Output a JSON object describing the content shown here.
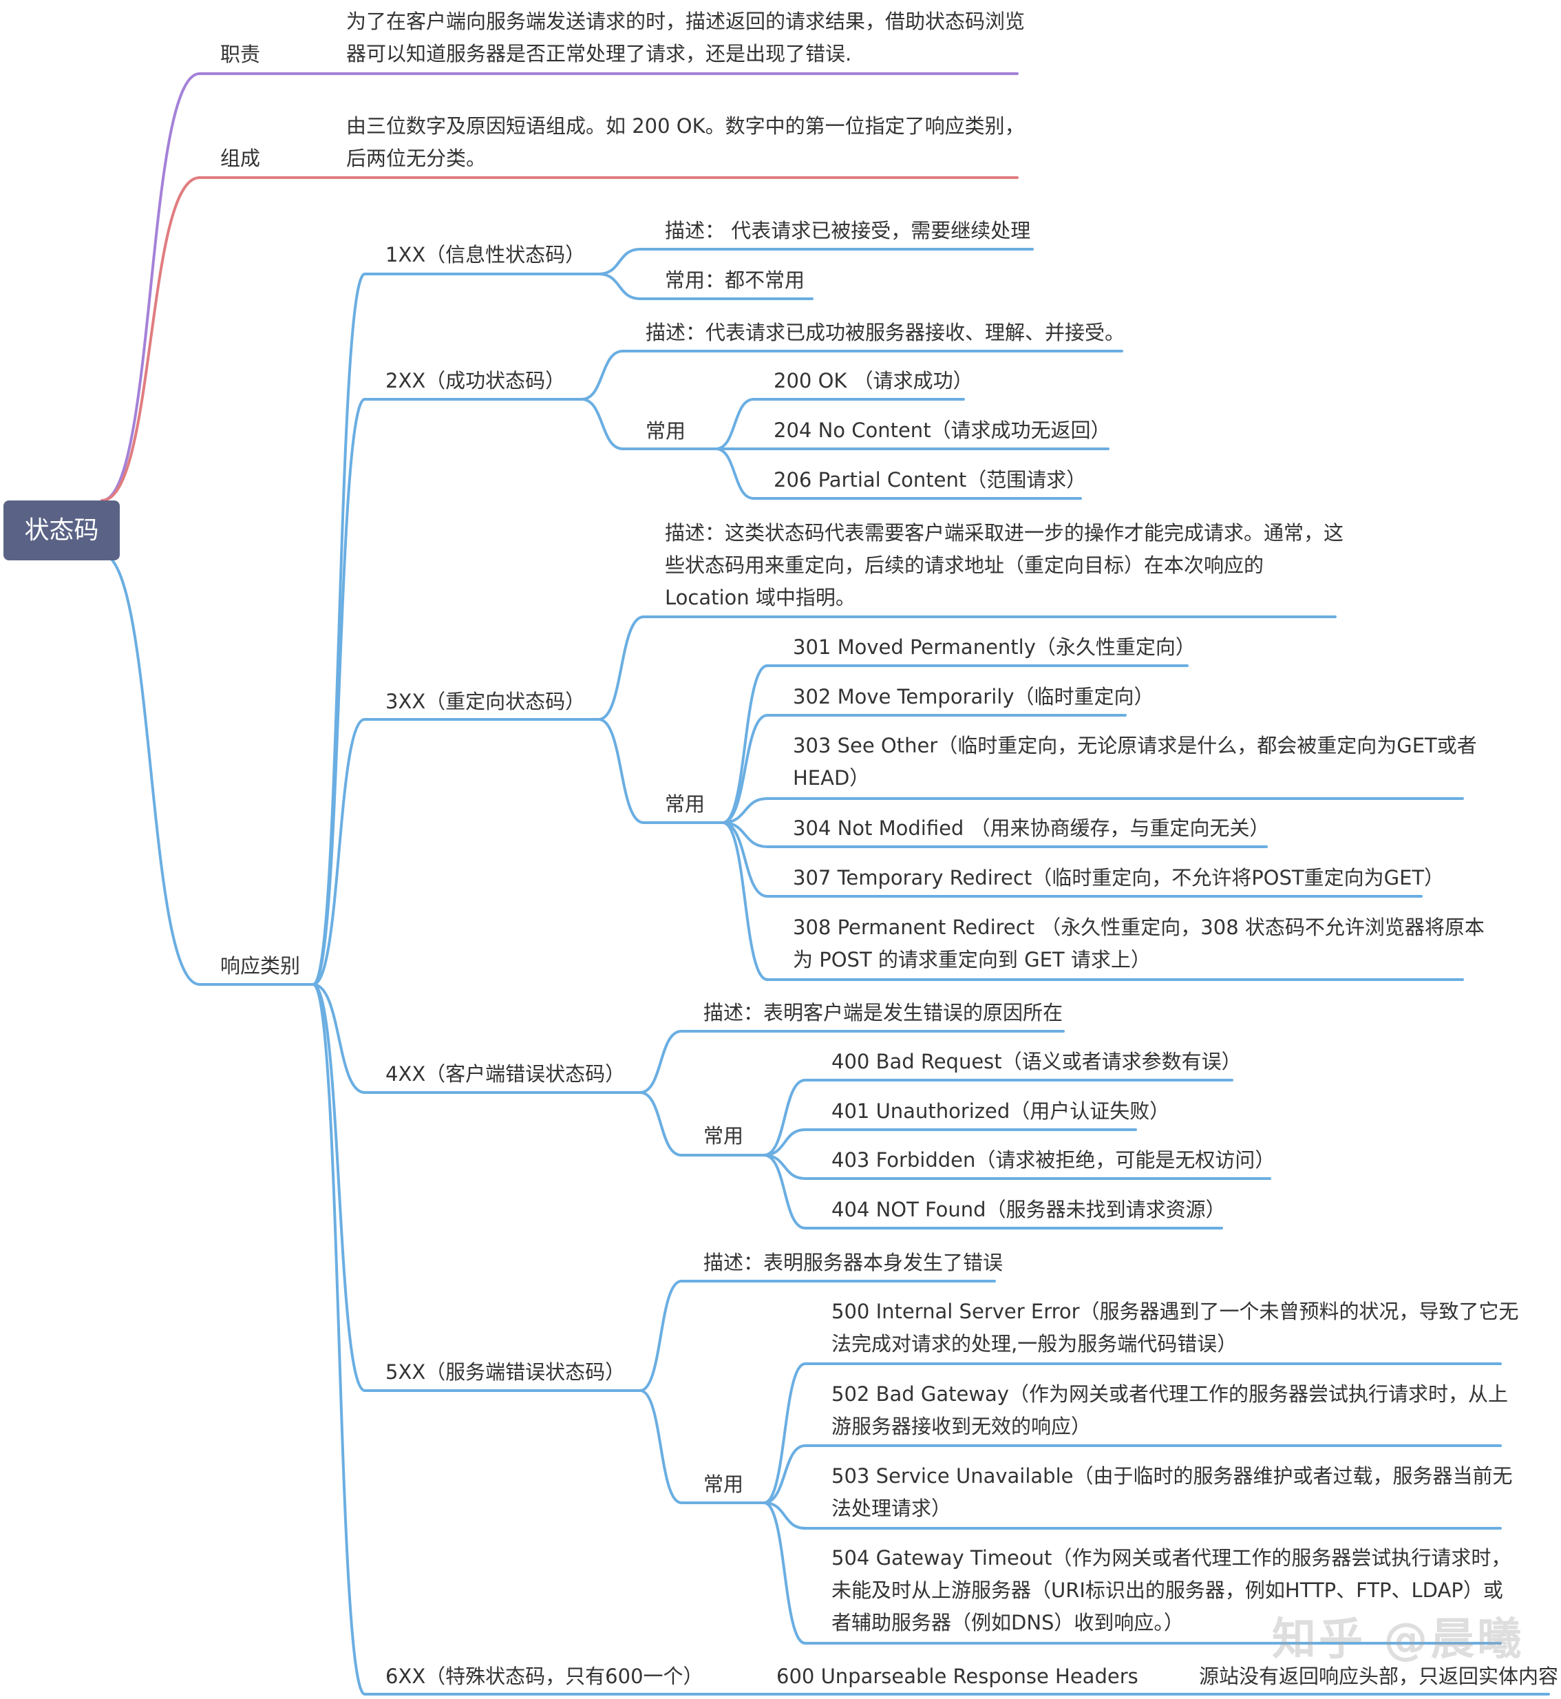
{
  "root": {
    "label": "状态码"
  },
  "colors": {
    "purple": "#a481d8",
    "red": "#e07c7f",
    "blue": "#6aaee2",
    "root_bg": "#5a6386"
  },
  "nodes": {
    "duty": {
      "label": "职责"
    },
    "duty_text": {
      "label": "为了在客户端向服务端发送请求的时，描述返回的请求结果，借助状态码浏览\n器可以知道服务器是否正常处理了请求，还是出现了错误."
    },
    "compose": {
      "label": "组成"
    },
    "compose_text": {
      "label": "由三位数字及原因短语组成。如 200 OK。数字中的第一位指定了响应类别，\n后两位无分类。"
    },
    "resp": {
      "label": "响应类别"
    },
    "c1": {
      "label": "1XX（信息性状态码）"
    },
    "c1_desc": {
      "label": "描述： 代表请求已被接受，需要继续处理"
    },
    "c1_common": {
      "label": "常用：都不常用"
    },
    "c2": {
      "label": "2XX（成功状态码）"
    },
    "c2_desc": {
      "label": "描述：代表请求已成功被服务器接收、理解、并接受。"
    },
    "c2_common": {
      "label": "常用"
    },
    "c2_200": {
      "label": "200 OK （请求成功）"
    },
    "c2_204": {
      "label": "204 No Content（请求成功无返回）"
    },
    "c2_206": {
      "label": "206 Partial Content（范围请求）"
    },
    "c3": {
      "label": "3XX（重定向状态码）"
    },
    "c3_desc": {
      "label": "描述：这类状态码代表需要客户端采取进一步的操作才能完成请求。通常，这\n些状态码用来重定向，后续的请求地址（重定向目标）在本次响应的\nLocation 域中指明。"
    },
    "c3_common": {
      "label": "常用"
    },
    "c3_301": {
      "label": "301 Moved Permanently（永久性重定向）"
    },
    "c3_302": {
      "label": "302 Move Temporarily（临时重定向）"
    },
    "c3_303": {
      "label": "303 See Other（临时重定向，无论原请求是什么，都会被重定向为GET或者\nHEAD）"
    },
    "c3_304": {
      "label": "304 Not Modified （用来协商缓存，与重定向无关）"
    },
    "c3_307": {
      "label": "307 Temporary Redirect（临时重定向，不允许将POST重定向为GET）"
    },
    "c3_308": {
      "label": "308 Permanent Redirect （永久性重定向，308 状态码不允许浏览器将原本\n为 POST 的请求重定向到 GET 请求上）"
    },
    "c4": {
      "label": "4XX（客户端错误状态码）"
    },
    "c4_desc": {
      "label": "描述：表明客户端是发生错误的原因所在"
    },
    "c4_common": {
      "label": "常用"
    },
    "c4_400": {
      "label": "400 Bad Request（语义或者请求参数有误）"
    },
    "c4_401": {
      "label": "401 Unauthorized（用户认证失败）"
    },
    "c4_403": {
      "label": "403 Forbidden（请求被拒绝，可能是无权访问）"
    },
    "c4_404": {
      "label": "404 NOT Found（服务器未找到请求资源）"
    },
    "c5": {
      "label": "5XX（服务端错误状态码）"
    },
    "c5_desc": {
      "label": "描述：表明服务器本身发生了错误"
    },
    "c5_common": {
      "label": "常用"
    },
    "c5_500": {
      "label": "500 Internal Server Error（服务器遇到了一个未曾预料的状况，导致了它无\n法完成对请求的处理,一般为服务端代码错误）"
    },
    "c5_502": {
      "label": "502 Bad Gateway（作为网关或者代理工作的服务器尝试执行请求时，从上\n游服务器接收到无效的响应）"
    },
    "c5_503": {
      "label": "503 Service Unavailable（由于临时的服务器维护或者过载，服务器当前无\n法处理请求）"
    },
    "c5_504": {
      "label": "504 Gateway Timeout（作为网关或者代理工作的服务器尝试执行请求时，\n未能及时从上游服务器（URI标识出的服务器，例如HTTP、FTP、LDAP）或\n者辅助服务器（例如DNS）收到响应。）"
    },
    "c6": {
      "label": "6XX（特殊状态码，只有600一个）"
    },
    "c6_600": {
      "label": "600 Unparseable Response Headers"
    },
    "c6_600_desc": {
      "label": "源站没有返回响应头部，只返回实体内容"
    }
  },
  "watermark": {
    "label": "知乎 @晨曦"
  }
}
